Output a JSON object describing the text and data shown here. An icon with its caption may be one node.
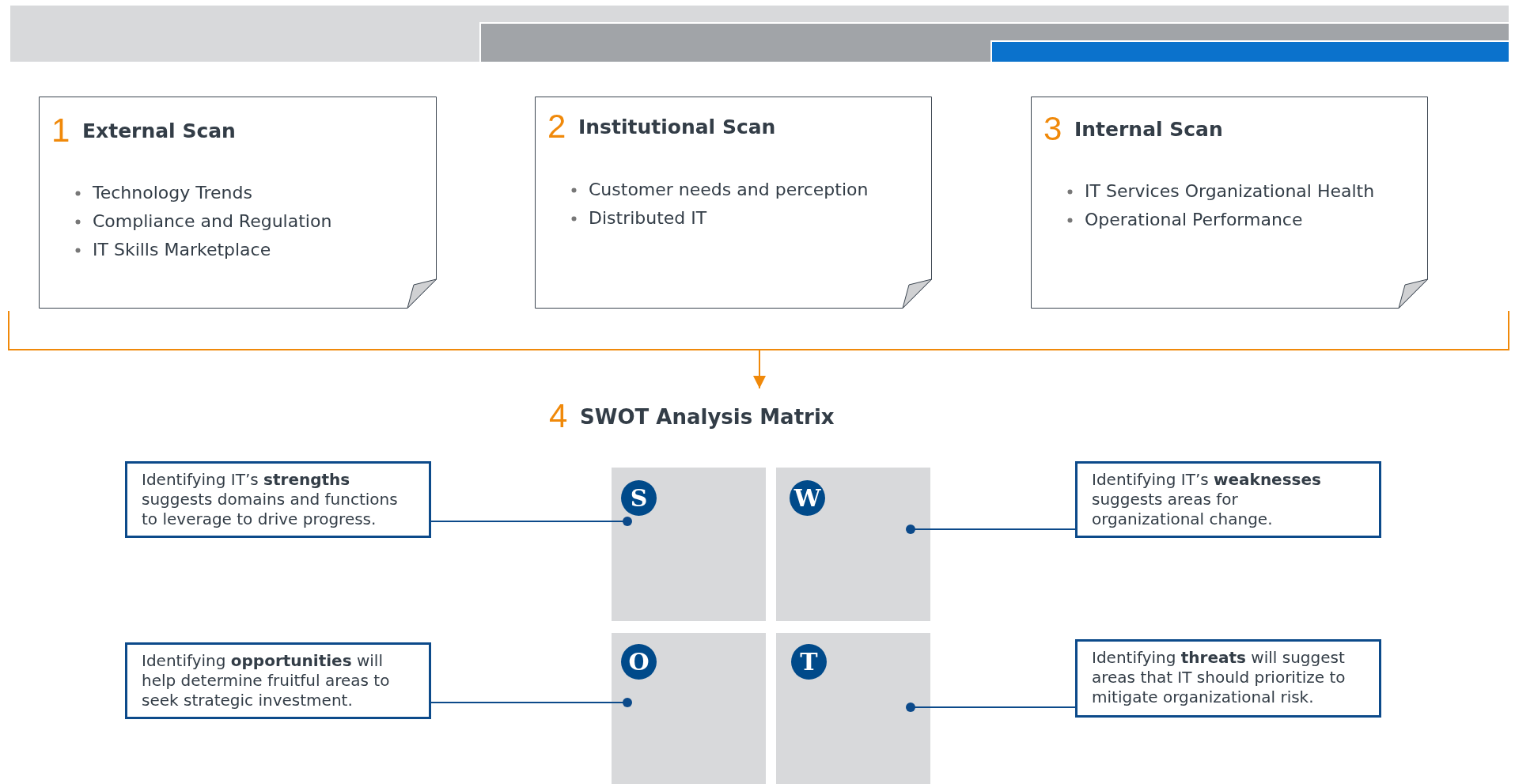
{
  "diagram": {
    "nodes": [
      {
        "text": [
          "1",
          "External Scan",
          "Technology Trends",
          "Compliance and Regulation",
          "IT Skills Marketplace"
        ]
      },
      {
        "text": [
          "2",
          "Institutional Scan",
          "Customer needs and perception",
          "Distributed IT"
        ]
      },
      {
        "text": [
          "3",
          "Internal Scan",
          "IT Services Organizational Health",
          "Operational Performance"
        ]
      },
      {
        "text": [],
        "shape": "bracket"
      },
      {
        "text": [
          "4",
          "SWOT Analysis Matrix"
        ]
      },
      {
        "text": [
          "Identifying IT’s **strengths** suggests domains and functions to leverage to drive progress."
        ]
      },
      {
        "text": [],
        "shape": "box"
      },
      {
        "text": [
          "S"
        ],
        "in": 6
      },
      {
        "text": [],
        "shape": "box"
      },
      {
        "text": [
          "W"
        ],
        "in": 8
      },
      {
        "text": [
          "Identifying IT’s **weaknesses** suggests areas for organizational change."
        ]
      },
      {
        "text": [
          "Identifying **opportunities** will help determine fruitful areas to seek strategic investment."
        ]
      },
      {
        "text": [],
        "shape": "box"
      },
      {
        "text": [
          "O"
        ],
        "in": 12
      },
      {
        "text": [],
        "shape": "box"
      },
      {
        "text": [
          "T"
        ],
        "in": 14
      },
      {
        "text": [
          "Identifying **threats** will suggest areas that IT should prioritize to mitigate organizational risk."
        ]
      }
    ],
    "edges": [
      {
        "from": 3,
        "to": 4,
        "arrow": "to",
        "color": "#f0890a"
      },
      {
        "from": 5,
        "to": 6,
        "arrow": "other"
      },
      {
        "from": 10,
        "to": 8,
        "arrow": "other"
      },
      {
        "from": 11,
        "to": 12,
        "arrow": "other"
      },
      {
        "from": 16,
        "to": 14,
        "arrow": "other"
      }
    ]
  }
}
